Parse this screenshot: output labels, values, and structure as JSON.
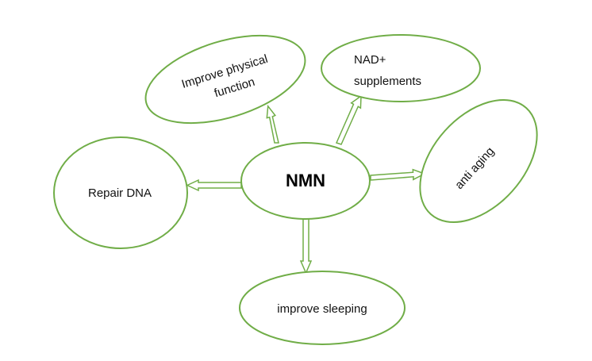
{
  "diagram": {
    "center": {
      "label": "NMN"
    },
    "nodes": [
      {
        "id": "physical",
        "lines": [
          "Improve physical",
          "function"
        ]
      },
      {
        "id": "nad",
        "lines": [
          "NAD+",
          "supplements"
        ]
      },
      {
        "id": "aging",
        "lines": [
          "anti aging"
        ]
      },
      {
        "id": "dna",
        "lines": [
          "Repair DNA"
        ]
      },
      {
        "id": "sleep",
        "lines": [
          "improve sleeping"
        ]
      }
    ],
    "colors": {
      "stroke": "#70ad47",
      "fill": "#ffffff",
      "text": "#000000"
    }
  }
}
